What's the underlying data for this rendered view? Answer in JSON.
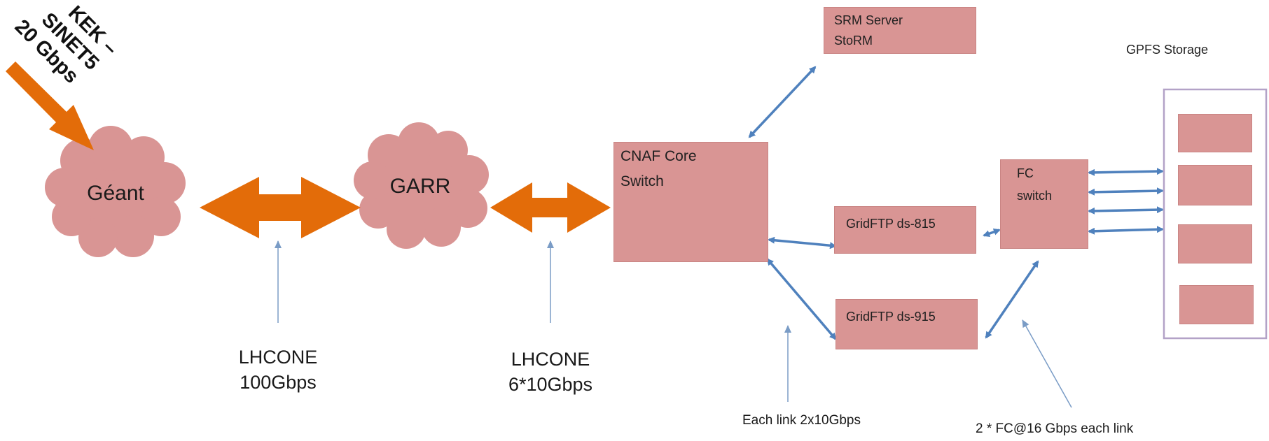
{
  "nodes": {
    "geant": "Géant",
    "garr": "GARR",
    "cnaf_core_switch": [
      "CNAF Core",
      "Switch"
    ],
    "srm_server": [
      "SRM Server",
      "StoRM"
    ],
    "gridftp_815": "GridFTP ds-815",
    "gridftp_915": "GridFTP ds-915",
    "fc_switch": [
      "FC",
      "switch"
    ],
    "gpfs_storage": "GPFS Storage"
  },
  "inbound": {
    "lines": [
      "KEK –",
      "SINET5",
      "20 Gbps"
    ]
  },
  "annotations": {
    "lhcone_100": [
      "LHCONE",
      "100Gbps"
    ],
    "lhcone_6x10": [
      "LHCONE",
      "6*10Gbps"
    ],
    "each_link": "Each link 2x10Gbps",
    "fc_links": "2 * FC@16 Gbps each link"
  },
  "colors": {
    "cloud": "#d99594",
    "box": "#d99594",
    "orange_arrow": "#e36c09",
    "blue_arrow": "#4f81bd",
    "thin_arrow": "#7a9cc6",
    "storage_frame": "#b3a2c7"
  }
}
